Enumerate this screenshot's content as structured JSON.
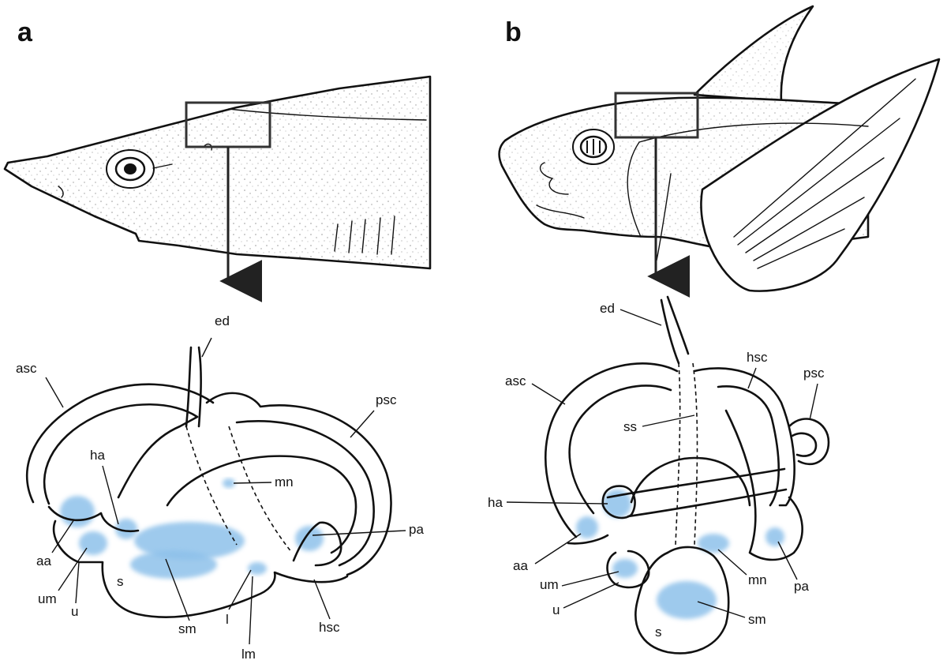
{
  "panels": [
    {
      "letter": "a",
      "labels": {
        "ed": "ed",
        "asc": "asc",
        "psc": "psc",
        "ha": "ha",
        "mn": "mn",
        "pa": "pa",
        "aa": "aa",
        "um": "um",
        "u": "u",
        "s": "s",
        "sm": "sm",
        "l": "l",
        "lm": "lm",
        "hsc": "hsc"
      }
    },
    {
      "letter": "b",
      "labels": {
        "ed": "ed",
        "asc": "asc",
        "hsc": "hsc",
        "psc": "psc",
        "ss": "ss",
        "ha": "ha",
        "aa": "aa",
        "um": "um",
        "u": "u",
        "mn": "mn",
        "pa": "pa",
        "sm": "sm",
        "s": "s"
      }
    }
  ],
  "colors": {
    "macula_fill": "#8ec1ea",
    "line": "#111111"
  }
}
